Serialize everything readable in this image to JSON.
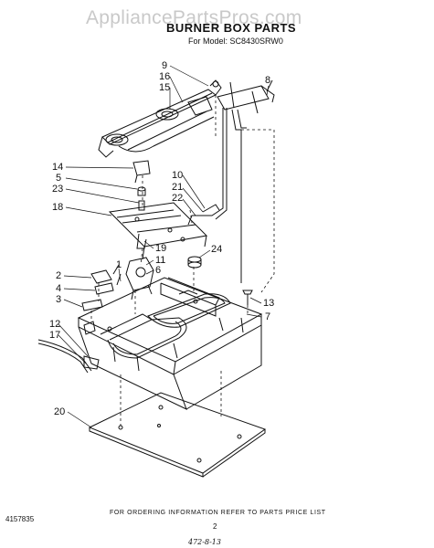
{
  "watermark": "AppliancePartsPros.com",
  "header": {
    "title": "BURNER BOX PARTS",
    "subtitle": "For Model: SC8430SRW0"
  },
  "callouts": [
    "9",
    "16",
    "15",
    "8",
    "14",
    "5",
    "23",
    "10",
    "21",
    "22",
    "18",
    "19",
    "11",
    "6",
    "1",
    "24",
    "2",
    "4",
    "3",
    "13",
    "7",
    "12",
    "17",
    "20"
  ],
  "footer": {
    "note": "FOR ORDERING INFORMATION REFER TO PARTS PRICE LIST",
    "page_number": "2",
    "doc_number": "4157835",
    "handwritten": "472-8-13"
  }
}
